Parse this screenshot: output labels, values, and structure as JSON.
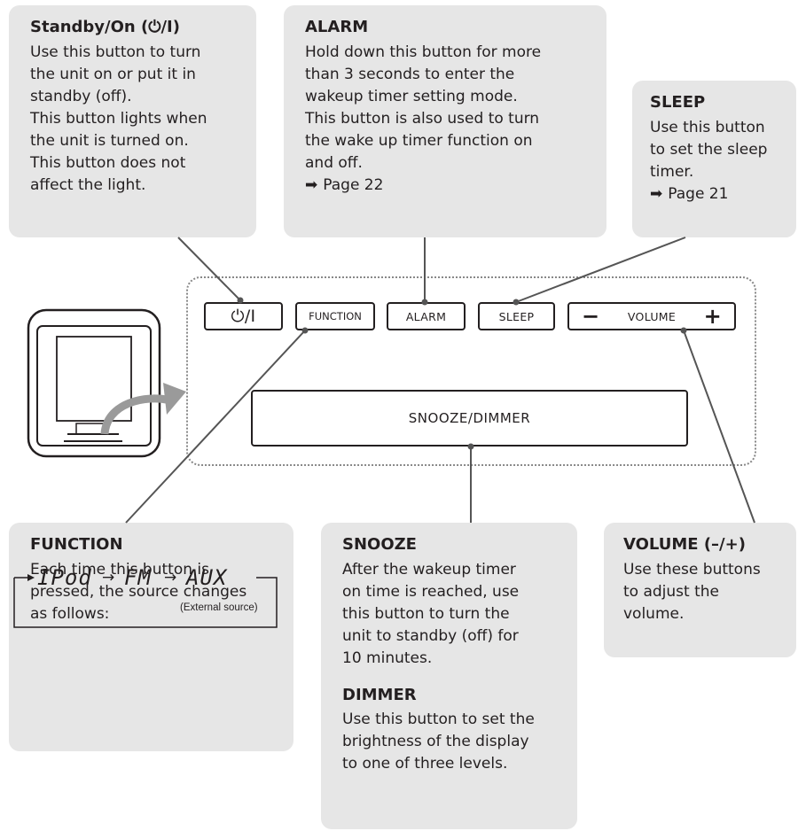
{
  "callouts": {
    "standby": {
      "title": "Standby/On (⏻/I)",
      "text": "Use this button to turn\nthe unit on or put it in\nstandby (off).\nThis button lights when\nthe unit is turned on.\nThis button does not\naffect the light."
    },
    "alarm": {
      "title": "ALARM",
      "text": "Hold down this button for more\nthan 3 seconds to enter the\nwakeup timer setting mode.\nThis button is also used to turn\nthe  wake up timer function on\nand off.",
      "page_ref": "Page 22"
    },
    "sleep": {
      "title": "SLEEP",
      "text": "Use this button\nto set the sleep\ntimer.",
      "page_ref": "Page 21"
    },
    "function": {
      "title": "FUNCTION",
      "text": "Each time this button is\npressed, the source changes\nas follows:",
      "sequence": [
        "IPod",
        "FM",
        "AUX"
      ],
      "external_note": "(External source)"
    },
    "snooze": {
      "title": "SNOOZE",
      "text": "After the wakeup timer\non time is reached, use\nthis button to turn the\nunit to standby (off) for\n10 minutes."
    },
    "dimmer": {
      "title": "DIMMER",
      "text": "Use this button to set the\nbrightness of the display\nto one of three levels."
    },
    "volume": {
      "title": "VOLUME (–/+)",
      "text": "Use these buttons\nto adjust the\nvolume."
    }
  },
  "panel": {
    "power_label": "⏻/I",
    "function_label": "FUNCTION",
    "alarm_label": "ALARM",
    "sleep_label": "SLEEP",
    "volume_label": "VOLUME",
    "volume_minus": "−",
    "volume_plus": "+",
    "snooze_label": "SNOOZE/DIMMER"
  },
  "icons": {
    "page_ref": "arrow-right-icon",
    "device": "unit-illustration-icon"
  },
  "colors": {
    "box_bg": "#e6e6e6",
    "leader": "#555555",
    "arrow_fill": "#9a9a9a"
  }
}
